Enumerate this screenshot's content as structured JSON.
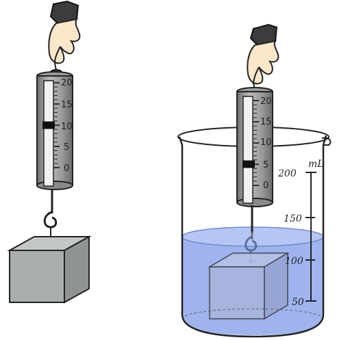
{
  "left_scale": {
    "ticks": [
      "20",
      "15",
      "10",
      "5",
      "0"
    ],
    "reading": 10
  },
  "right_scale": {
    "ticks": [
      "20",
      "15",
      "10",
      "5",
      "0"
    ],
    "reading": 5
  },
  "beaker": {
    "unit": "mL",
    "marks": [
      "200",
      "150",
      "100",
      "50"
    ]
  },
  "colors": {
    "water": "#9fb4ee",
    "block": "#a9adad",
    "gauge": "#8d8d8d",
    "hand_cuff": "#3c3c3c",
    "skin": "#fbe7c9"
  }
}
